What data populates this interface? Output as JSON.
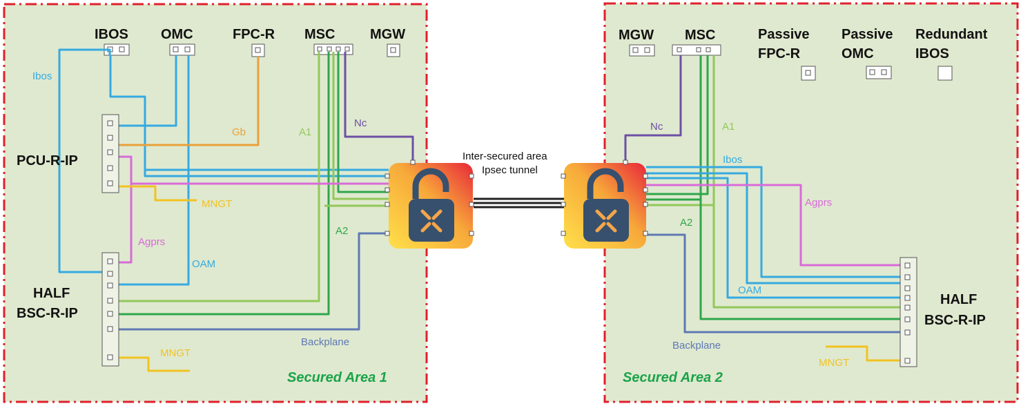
{
  "colors": {
    "area_fill": "#dfe9cf",
    "area_border": "#e0202c",
    "ibos": "#35a9e0",
    "omc": "#35a9e0",
    "oam": "#35a9e0",
    "gb": "#e8a03a",
    "nc": "#6c4fa6",
    "a1": "#92c85a",
    "a2": "#2fa64b",
    "agprs": "#d96ad9",
    "mngt": "#f2c221",
    "backplane": "#5e79b4",
    "title_green": "#1aa34a"
  },
  "area1": {
    "title": "Secured Area 1",
    "top_nodes": [
      "IBOS",
      "OMC",
      "FPC-R",
      "MSC",
      "MGW"
    ],
    "pcu_label": "PCU-R-IP",
    "bsc_label_line1": "HALF",
    "bsc_label_line2": "BSC-R-IP",
    "links": {
      "ibos": "Ibos",
      "gb": "Gb",
      "a1": "A1",
      "nc": "Nc",
      "mngt_top": "MNGT",
      "agprs": "Agprs",
      "oam": "OAM",
      "a2": "A2",
      "backplane": "Backplane",
      "mngt_bottom": "MNGT"
    }
  },
  "tunnel": {
    "line1": "Inter-secured area",
    "line2": "Ipsec tunnel"
  },
  "area2": {
    "title": "Secured Area 2",
    "top_nodes": [
      {
        "line1": "MGW",
        "line2": ""
      },
      {
        "line1": "MSC",
        "line2": ""
      },
      {
        "line1": "Passive",
        "line2": "FPC-R"
      },
      {
        "line1": "Passive",
        "line2": "OMC"
      },
      {
        "line1": "Redundant",
        "line2": "IBOS"
      }
    ],
    "bsc_label_line1": "HALF",
    "bsc_label_line2": "BSC-R-IP",
    "links": {
      "nc": "Nc",
      "a1": "A1",
      "ibos": "Ibos",
      "agprs": "Agprs",
      "a2": "A2",
      "oam": "OAM",
      "backplane": "Backplane",
      "mngt": "MNGT"
    }
  }
}
